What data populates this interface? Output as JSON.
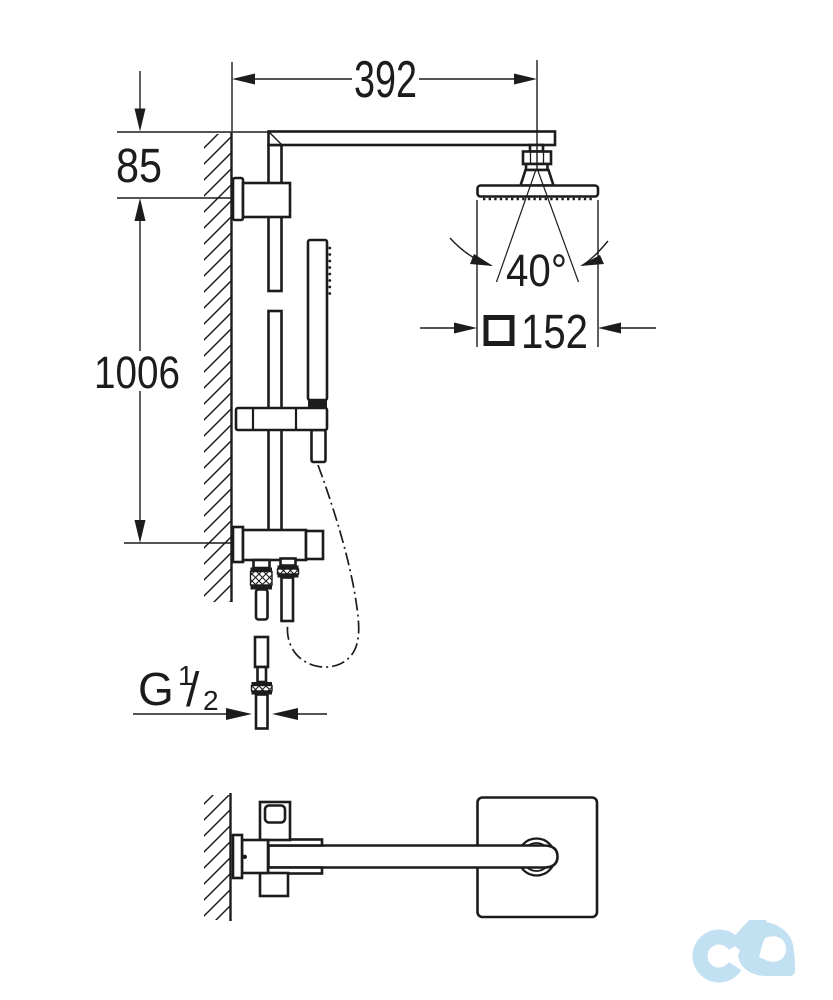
{
  "drawing": {
    "dimensions": {
      "arm_projection": "392",
      "top_offset": "85",
      "height": "1006",
      "spray_angle": "40°",
      "head_width": "152",
      "thread": {
        "prefix": "G",
        "numerator": "1",
        "slash": "/",
        "denominator": "2"
      }
    },
    "colors": {
      "ink": "#1c1c1c",
      "logo_blue": "#c1e0f2",
      "background": "#ffffff"
    },
    "icons": {
      "square_symbol": "square-outline-denoting-square-size",
      "logo": "cd-watermark"
    }
  }
}
